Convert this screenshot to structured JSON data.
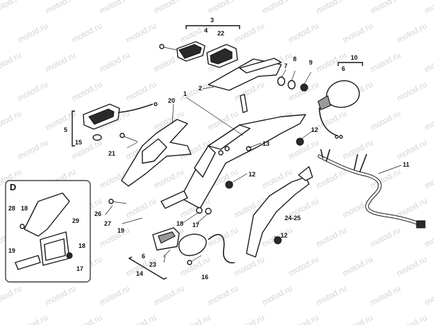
{
  "watermark": "motod.ru",
  "inset": {
    "title": "D"
  },
  "labels": {
    "p1": "1",
    "p2": "2",
    "p3": "3",
    "p4": "4",
    "p5": "5",
    "p6a": "6",
    "p6b": "6",
    "p7": "7",
    "p8": "8",
    "p9": "9",
    "p10": "10",
    "p11": "11",
    "p12a": "12",
    "p12b": "12",
    "p12c": "12",
    "p13": "13",
    "p14": "14",
    "p15": "15",
    "p16": "16",
    "p17a": "17",
    "p17b": "17",
    "p18a": "18",
    "p18b": "18",
    "p18c": "18",
    "p19a": "19",
    "p19b": "19",
    "p20": "20",
    "p21": "21",
    "p22": "22",
    "p23": "23",
    "p2425": "24-25",
    "p26": "26",
    "p27": "27",
    "p28": "28",
    "p29": "29"
  }
}
